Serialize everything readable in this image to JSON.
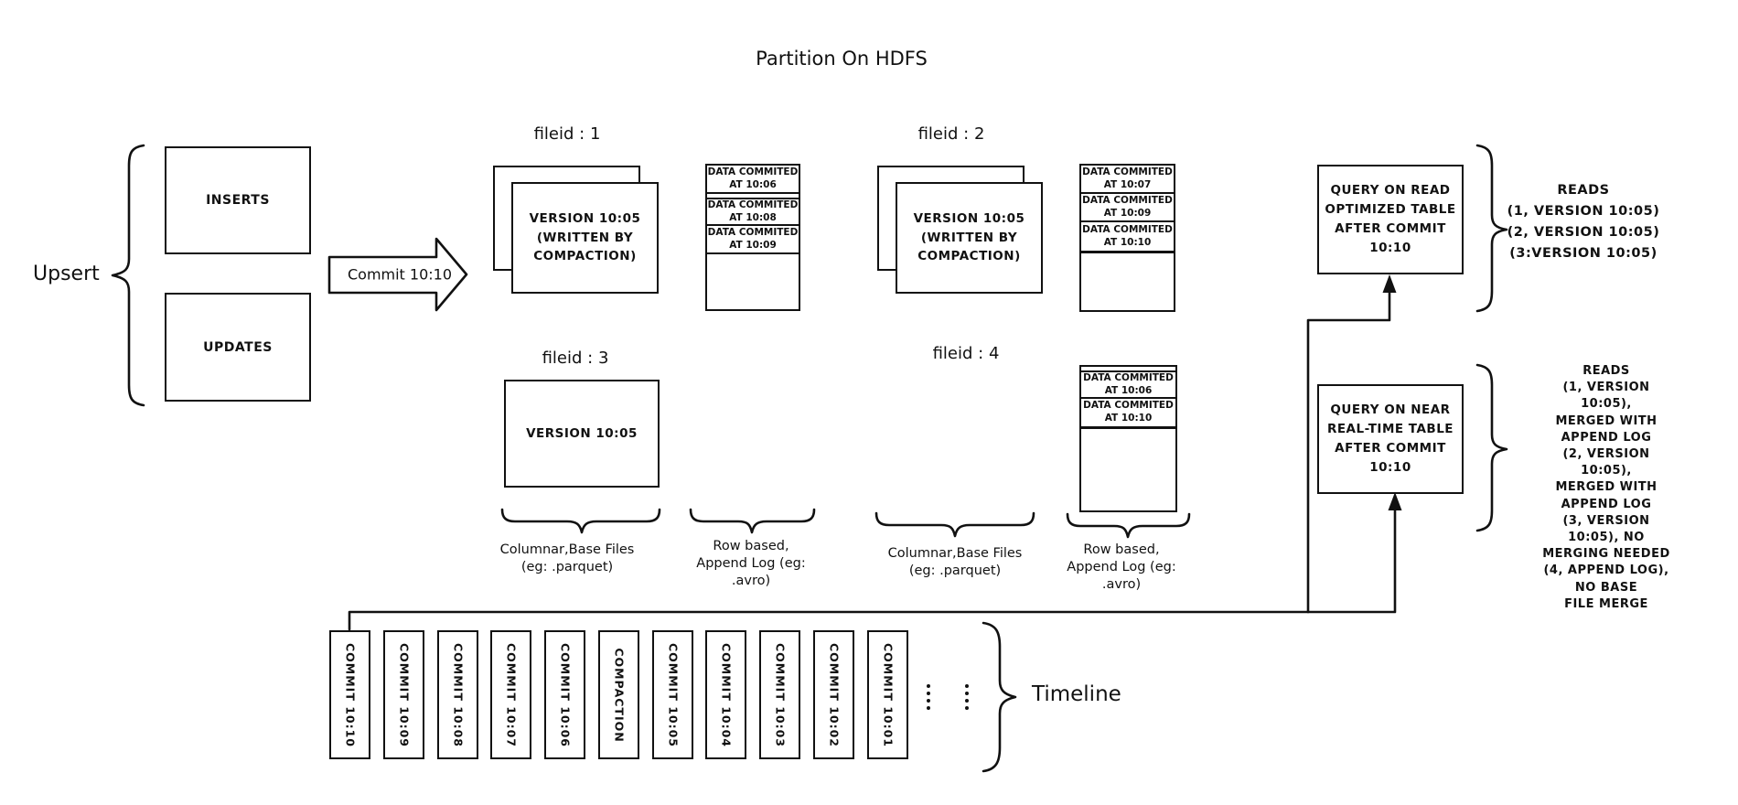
{
  "title": "Partition On HDFS",
  "upsert": {
    "label": "Upsert",
    "inserts": "INSERTS",
    "updates": "UPDATES"
  },
  "commit_arrow_label": "Commit 10:10",
  "files": {
    "f1": {
      "label": "fileid : 1",
      "base": "VERSION 10:05\n(WRITTEN BY\nCOMPACTION)"
    },
    "f2": {
      "label": "fileid : 2",
      "base": "VERSION 10:05\n(WRITTEN BY\nCOMPACTION)"
    },
    "f3": {
      "label": "fileid : 3",
      "base": "VERSION 10:05"
    },
    "f4": {
      "label": "fileid : 4"
    }
  },
  "logs": {
    "log1": {
      "segments": [
        "DATA COMMITED\nAT 10:06",
        "DATA COMMITED\nAT 10:08",
        "DATA COMMITED\nAT 10:09"
      ]
    },
    "log2": {
      "segments": [
        "DATA COMMITED\nAT 10:07",
        "DATA COMMITED\nAT 10:09",
        "DATA COMMITED\nAT 10:10"
      ]
    },
    "log4": {
      "segments": [
        "DATA COMMITED\nAT 10:06",
        "DATA COMMITED\nAT 10:10"
      ]
    }
  },
  "brace_labels": {
    "columnar1": "Columnar,Base Files\n(eg: .parquet)",
    "row1": "Row based,\nAppend Log  (eg:\n.avro)",
    "columnar2": "Columnar,Base Files\n(eg: .parquet)",
    "row2": "Row based,\nAppend Log  (eg:\n.avro)"
  },
  "queries": {
    "read_optimized": {
      "box": "QUERY ON READ\nOPTIMIZED TABLE\nAFTER COMMIT\n10:10",
      "reads": "READS\n(1, VERSION 10:05)\n(2, VERSION 10:05)\n(3:VERSION 10:05)"
    },
    "near_realtime": {
      "box": "QUERY ON NEAR\nREAL-TIME TABLE\nAFTER COMMIT\n10:10",
      "reads": "READS\n(1, VERSION 10:05),\nMERGED WITH APPEND LOG\n(2, VERSION 10:05),\nMERGED WITH APPEND LOG\n(3, VERSION 10:05), NO\nMERGING NEEDED\n(4, APPEND LOG), NO BASE\nFILE MERGE"
    }
  },
  "timeline": {
    "label": "Timeline",
    "items": [
      {
        "label": "COMMIT 10:10"
      },
      {
        "label": "COMMIT 10:09"
      },
      {
        "label": "COMMIT 10:08"
      },
      {
        "label": "COMMIT 10:07"
      },
      {
        "label": "COMMIT 10:06"
      },
      {
        "label": "COMPACTION"
      },
      {
        "label": "COMMIT 10:05"
      },
      {
        "label": "COMMIT 10:04"
      },
      {
        "label": "COMMIT 10:03"
      },
      {
        "label": "COMMIT 10:02"
      },
      {
        "label": "COMMIT 10:01"
      }
    ]
  },
  "colors": {
    "ink": "#111111",
    "background": "#ffffff"
  }
}
